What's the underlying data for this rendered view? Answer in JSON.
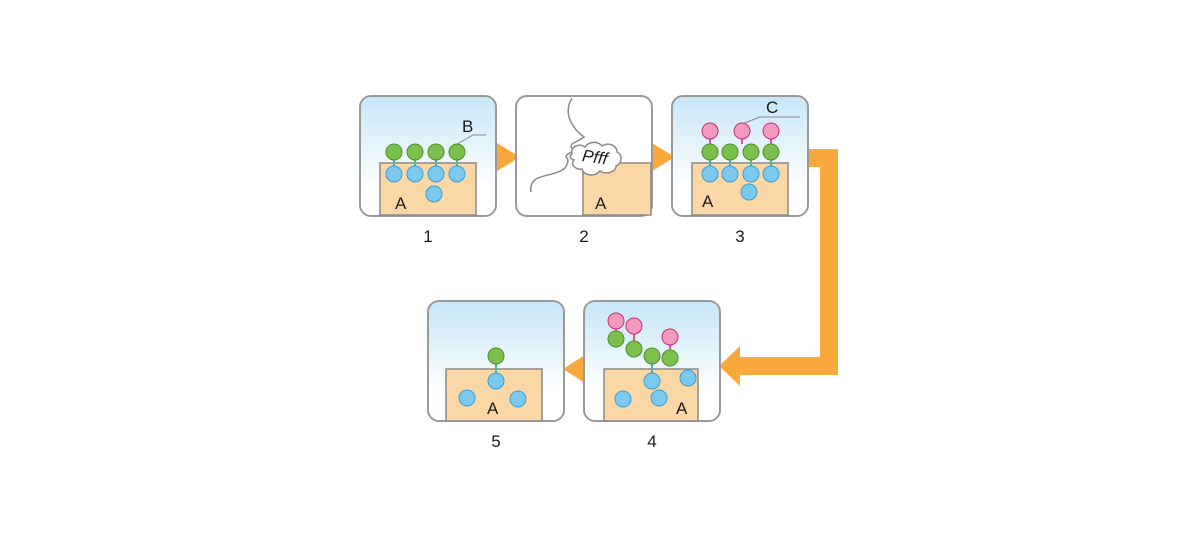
{
  "panels": [
    {
      "number": "1",
      "base_label": "A",
      "callout": "B"
    },
    {
      "number": "2",
      "base_label": "A",
      "speech": "Pfff"
    },
    {
      "number": "3",
      "base_label": "A",
      "callout": "C"
    },
    {
      "number": "4",
      "base_label": "A"
    },
    {
      "number": "5",
      "base_label": "A"
    }
  ],
  "colors": {
    "sky_top": "#c6e6f7",
    "sky_bottom": "#ffffff",
    "panel_border": "#9a9a9a",
    "base_fill": "#fcd7a6",
    "base_stroke": "#8a8a8a",
    "blue_ball": "#7cc9ef",
    "blue_stroke": "#3a9fd3",
    "green_ball": "#7cc14d",
    "green_stroke": "#4e8f2a",
    "pink_ball": "#f39ac1",
    "pink_stroke": "#d0287a",
    "arrow": "#f9a93b",
    "bond": "#4cb5a8"
  }
}
